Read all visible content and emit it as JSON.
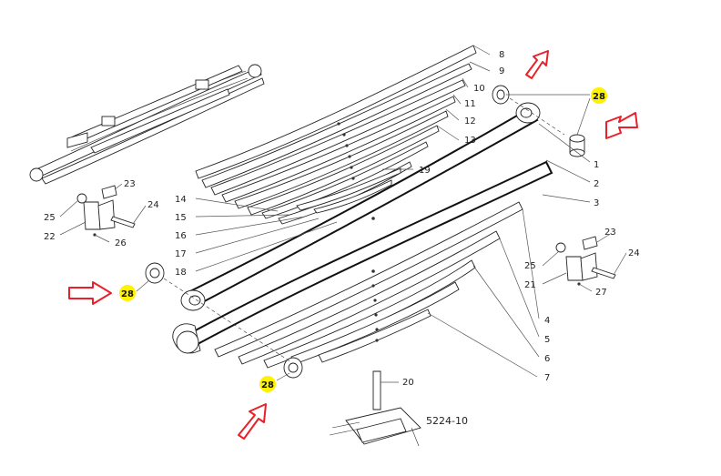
{
  "reference": "5224-10",
  "highlight_label": "28",
  "highlight_color": "#fff200",
  "arrow_color": "#e8202a",
  "callouts": {
    "c1": "1",
    "c2": "2",
    "c3": "3",
    "c4": "4",
    "c5": "5",
    "c6": "6",
    "c7": "7",
    "c8": "8",
    "c9": "9",
    "c10": "10",
    "c11": "11",
    "c12": "12",
    "c13": "13",
    "c14": "14",
    "c15": "15",
    "c16": "16",
    "c17": "17",
    "c18": "18",
    "c19": "19",
    "c20": "20",
    "c21": "21",
    "c22": "22",
    "c23a": "23",
    "c23b": "23",
    "c24a": "24",
    "c24b": "24",
    "c25a": "25",
    "c25b": "25",
    "c26": "26",
    "c27": "27"
  }
}
